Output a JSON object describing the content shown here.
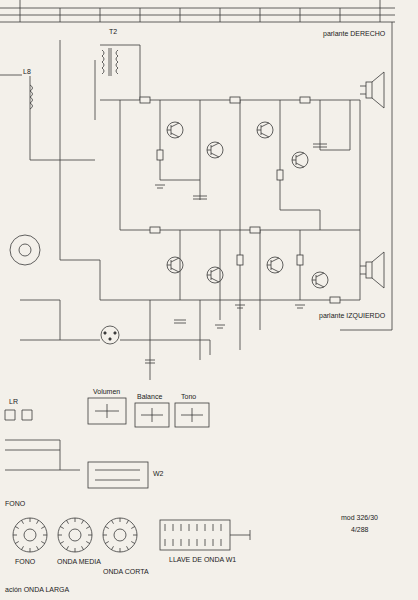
{
  "diagram": {
    "labels": [
      "parlante DERECHO",
      "parlante IZQUIERDO",
      "T2",
      "L8",
      "Volumen",
      "Balance",
      "Tono",
      "W2",
      "LLAVE DE ONDA W1",
      "mod 326/30",
      "4/288",
      "ación ONDA LARGA",
      "FONO",
      "ONDA MEDIA",
      "ONDA CORTA",
      "FONO",
      "LR"
    ]
  }
}
